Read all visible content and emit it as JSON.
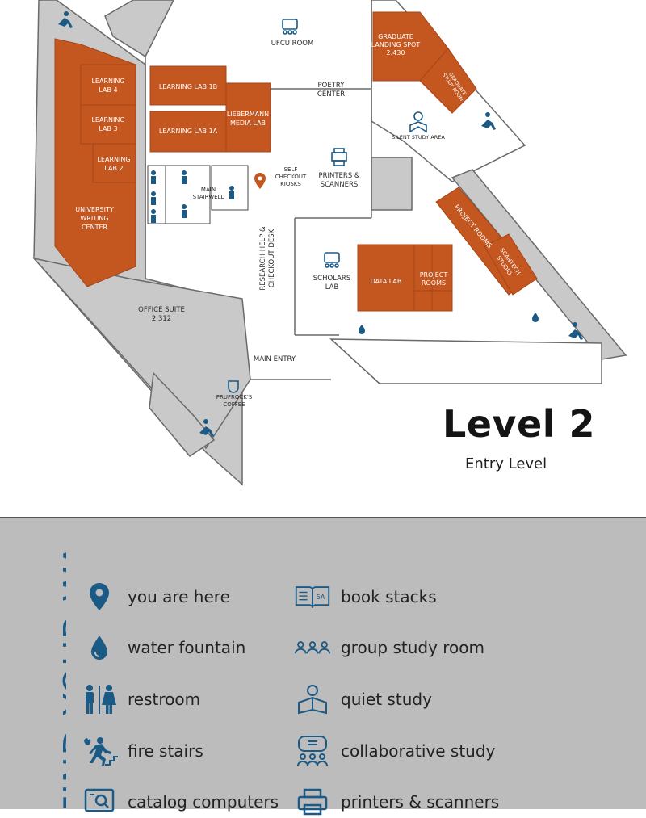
{
  "colors": {
    "room_orange": "#c4561f",
    "floor_gray": "#c9c9c9",
    "icon_blue": "#1c5a86",
    "legend_bg": "#bcbcbc"
  },
  "level": {
    "title": "Level 2",
    "subtitle": "Entry Level"
  },
  "rooms": {
    "ufcu_room": "UFCU ROOM",
    "poetry_center": [
      "POETRY",
      "CENTER"
    ],
    "graduate_landing_spot": [
      "GRADUATE",
      "LANDING SPOT",
      "2.430"
    ],
    "graduate_study_room": [
      "GRADUATE",
      "STUDY ROOM"
    ],
    "silent_study_area": "SILENT STUDY AREA",
    "learning_lab_4": [
      "LEARNING",
      "LAB 4"
    ],
    "learning_lab_3": [
      "LEARNING",
      "LAB 3"
    ],
    "learning_lab_2": [
      "LEARNING",
      "LAB 2"
    ],
    "learning_lab_1b": "LEARNING LAB 1B",
    "learning_lab_1a": "LEARNING LAB 1A",
    "liebermann_media_lab": [
      "LIEBERMANN",
      "MEDIA LAB"
    ],
    "self_checkout_kiosks": [
      "SELF",
      "CHECKOUT",
      "KIOSKS"
    ],
    "main_stairwell": [
      "MAIN",
      "STAIRWELL"
    ],
    "printers_scanners": [
      "PRINTERS &",
      "SCANNERS"
    ],
    "university_writing_center": [
      "UNIVERSITY",
      "WRITING",
      "CENTER"
    ],
    "project_rooms_diag": "PROJECT ROOMS",
    "scantech_studio": [
      "SCANTECH",
      "STUDIO"
    ],
    "research_help_desk": [
      "RESEARCH HELP &",
      "CHECKOUT DESK"
    ],
    "scholars_lab": [
      "SCHOLARS",
      "LAB"
    ],
    "data_lab": "DATA LAB",
    "project_rooms": [
      "PROJECT",
      "ROOMS"
    ],
    "office_suite": [
      "OFFICE SUITE",
      "2.312"
    ],
    "main_entry": "MAIN ENTRY",
    "prufrocks_coffee": [
      "PRUFROCK'S",
      "COFFEE"
    ]
  },
  "legend": {
    "heading": "FIND YOUR WAY",
    "items": [
      {
        "icon": "location-pin-icon",
        "label": "you are here"
      },
      {
        "icon": "water-drop-icon",
        "label": "water fountain"
      },
      {
        "icon": "restroom-icon",
        "label": "restroom"
      },
      {
        "icon": "fire-stairs-icon",
        "label": "fire stairs"
      },
      {
        "icon": "catalog-computer-icon",
        "label": "catalog computers"
      },
      {
        "icon": "book-stacks-icon",
        "label": "book stacks",
        "badge": "5A"
      },
      {
        "icon": "group-study-icon",
        "label": "group study room"
      },
      {
        "icon": "quiet-study-icon",
        "label": "quiet study"
      },
      {
        "icon": "collaborative-study-icon",
        "label": "collaborative study"
      },
      {
        "icon": "printer-icon",
        "label": "printers & scanners"
      }
    ]
  }
}
